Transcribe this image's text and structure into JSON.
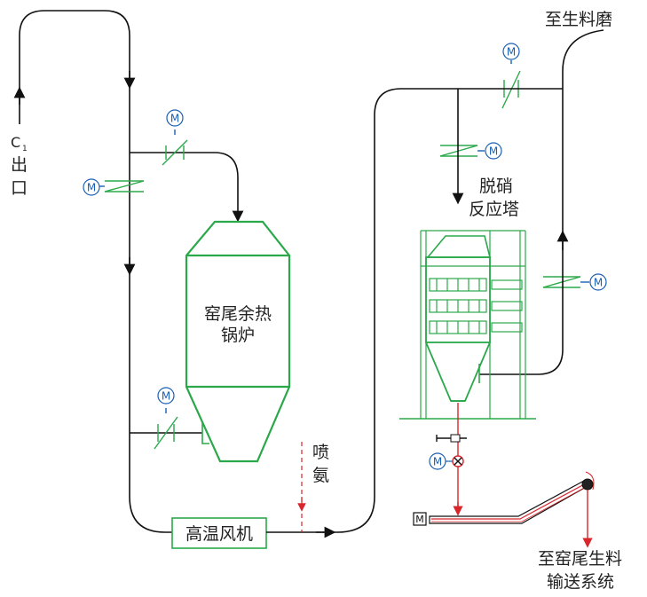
{
  "labels": {
    "c1_outlet_c": "C",
    "c1_outlet_sub": "1",
    "c1_outlet_a": "出",
    "c1_outlet_b": "口",
    "boiler_line1": "窑尾余热",
    "boiler_line2": "锅炉",
    "ammonia_line1": "喷",
    "ammonia_line2": "氨",
    "fan": "高温风机",
    "to_raw_mill": "至生料磨",
    "tower_line1": "脱硝",
    "tower_line2": "反应塔",
    "to_conveyor_line1": "至窑尾生料",
    "to_conveyor_line2": "输送系统"
  },
  "motor_symbol": "M",
  "colors": {
    "pipe": "#111111",
    "equipment": "#2aa84a",
    "ammonia_and_discharge": "#d8262b",
    "motor": "#1a5fb4"
  }
}
